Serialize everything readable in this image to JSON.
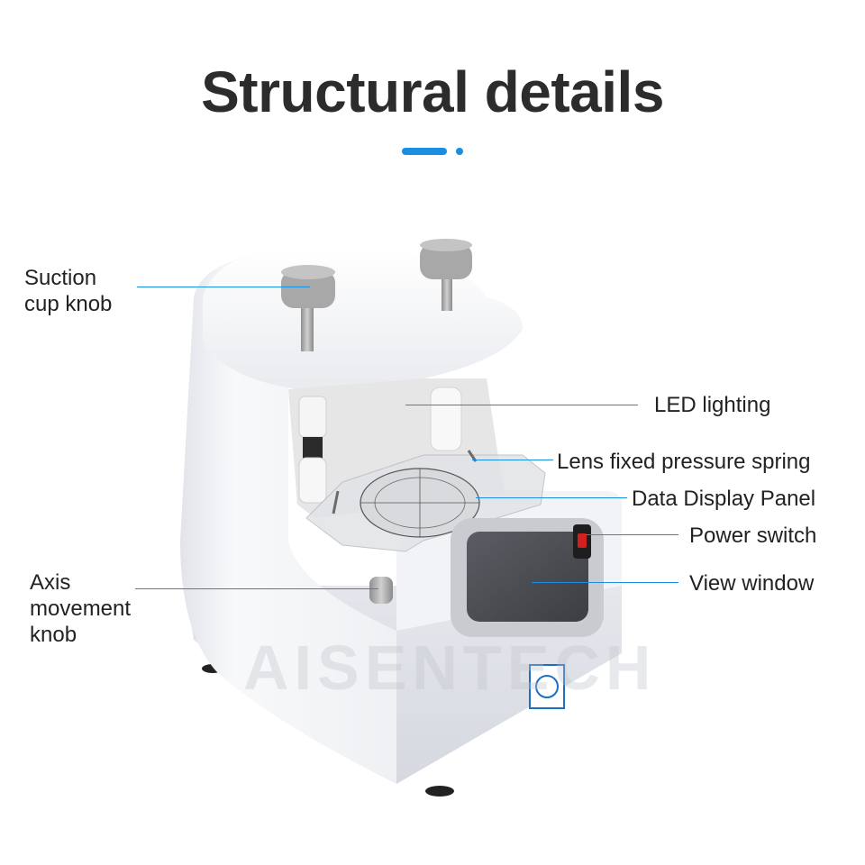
{
  "title": "Structural details",
  "accent_color": "#1a8ee0",
  "brand_watermark": "AISENTECH",
  "callouts": {
    "suction_cup_knob": "Suction cup knob",
    "led_lighting": "LED lighting",
    "lens_spring": "Lens fixed pressure spring",
    "data_display_panel": "Data Display Panel",
    "power_switch": "Power switch",
    "view_window": "View window",
    "axis_knob": "Axis movement knob"
  }
}
